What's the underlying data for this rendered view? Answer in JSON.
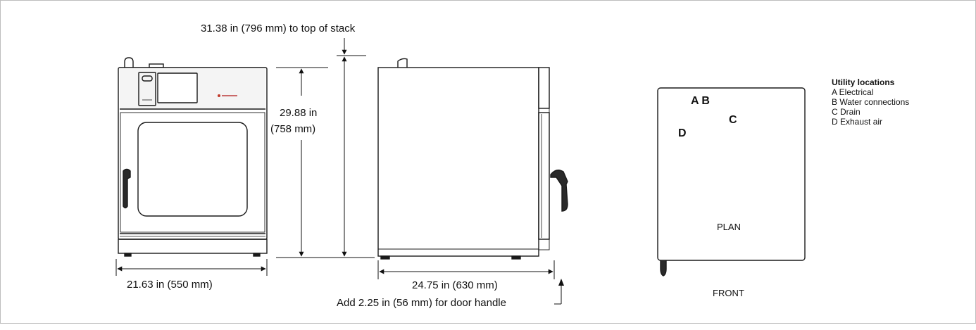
{
  "dimensions": {
    "stack_height": "31.38 in (796 mm) to top of stack",
    "height_in": "29.88 in",
    "height_mm": "(758 mm)",
    "width": "21.63 in (550 mm)",
    "depth": "24.75 in (630 mm)",
    "door_handle_note": "Add 2.25 in (56 mm) for door handle"
  },
  "plan_view": {
    "label": "PLAN",
    "front_label": "FRONT",
    "markers": {
      "ab": "A B",
      "c": "C",
      "d": "D"
    }
  },
  "utility_locations": {
    "title": "Utility locations",
    "items": [
      "A  Electrical",
      "B  Water connections",
      "C  Drain",
      "D  Exhaust air"
    ]
  },
  "colors": {
    "line": "#1a1a1a",
    "body_fill": "#ffffff",
    "panel_fill": "#f2f2f2",
    "frame_border": "#bdbdbd"
  }
}
